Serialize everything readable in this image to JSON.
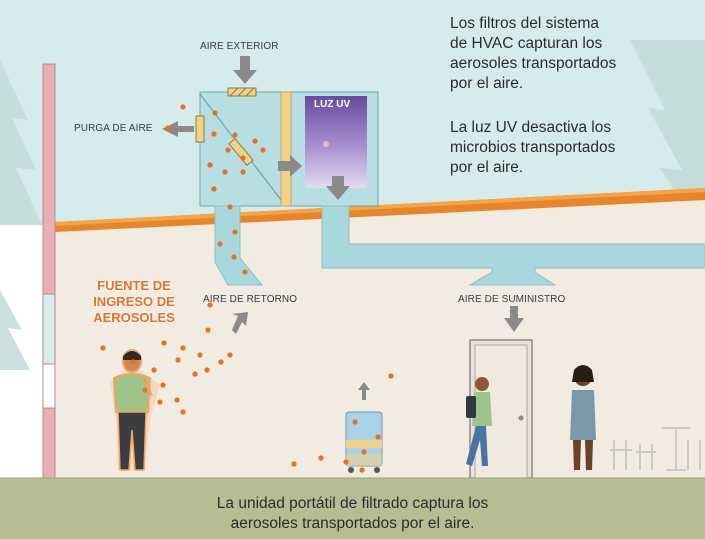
{
  "labels": {
    "outside_air": "AIRE EXTERIOR",
    "air_purge": "PURGA DE AIRE",
    "uv_light": "LUZ UV",
    "return_air": "AIRE DE RETORNO",
    "supply_air": "AIRE DE SUMINISTRO",
    "aerosol_source": "FUENTE DE\nINGRESO DE\nAEROSOLES"
  },
  "info": {
    "filters": "Los filtros del sistema\nde HVAC capturan los\naerosoles transportados\npor el aire.",
    "uv": "La luz UV desactiva los\nmicrobios transportados\npor el aire."
  },
  "caption": "La unidad portátil de filtrado captura los\naerosoles transportados por el aire.",
  "colors": {
    "sky": "#d6ecec",
    "wall": "#f1ebe2",
    "roof": "#e8852a",
    "ground": "#b6bd95",
    "hvac": "#b7dfe2",
    "duct": "#a9d8dc",
    "aerosol": "#e8701f",
    "uv_top": "#6a4aa0"
  }
}
